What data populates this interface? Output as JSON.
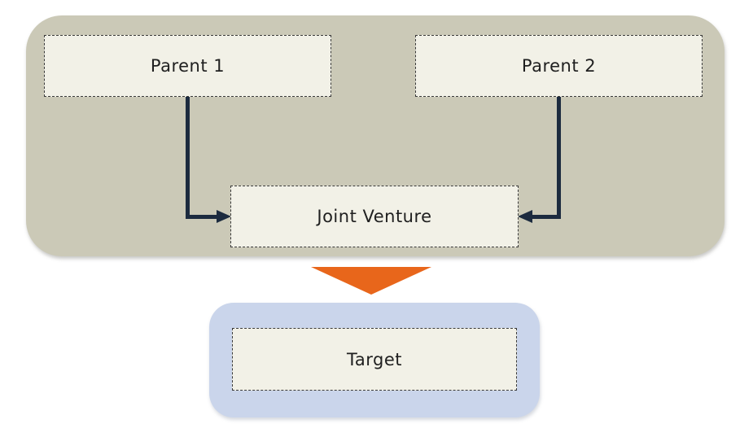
{
  "diagram": {
    "type": "org-structure-flowchart",
    "parents_group": {
      "nodes": [
        {
          "id": "parent1",
          "label": "Parent 1"
        },
        {
          "id": "parent2",
          "label": "Parent 2"
        },
        {
          "id": "joint_venture",
          "label": "Joint Venture"
        }
      ]
    },
    "target_group": {
      "nodes": [
        {
          "id": "target",
          "label": "Target"
        }
      ]
    },
    "connections": [
      {
        "from": "parent1",
        "to": "joint_venture",
        "style": "elbow-line-arrow"
      },
      {
        "from": "parent2",
        "to": "joint_venture",
        "style": "elbow-line-arrow"
      },
      {
        "from": "joint_venture",
        "to": "target",
        "style": "block-triangle-down"
      }
    ]
  },
  "colors": {
    "canvas_bg": "#ffffff",
    "parents_group_bg": "#cbc9b7",
    "target_group_bg": "#cad5eb",
    "node_bg": "#f2f1e7",
    "node_border": "#3a3a3a",
    "connector": "#1c2b3f",
    "flow_arrow": "#e8661b",
    "text": "#1f1f1f"
  }
}
